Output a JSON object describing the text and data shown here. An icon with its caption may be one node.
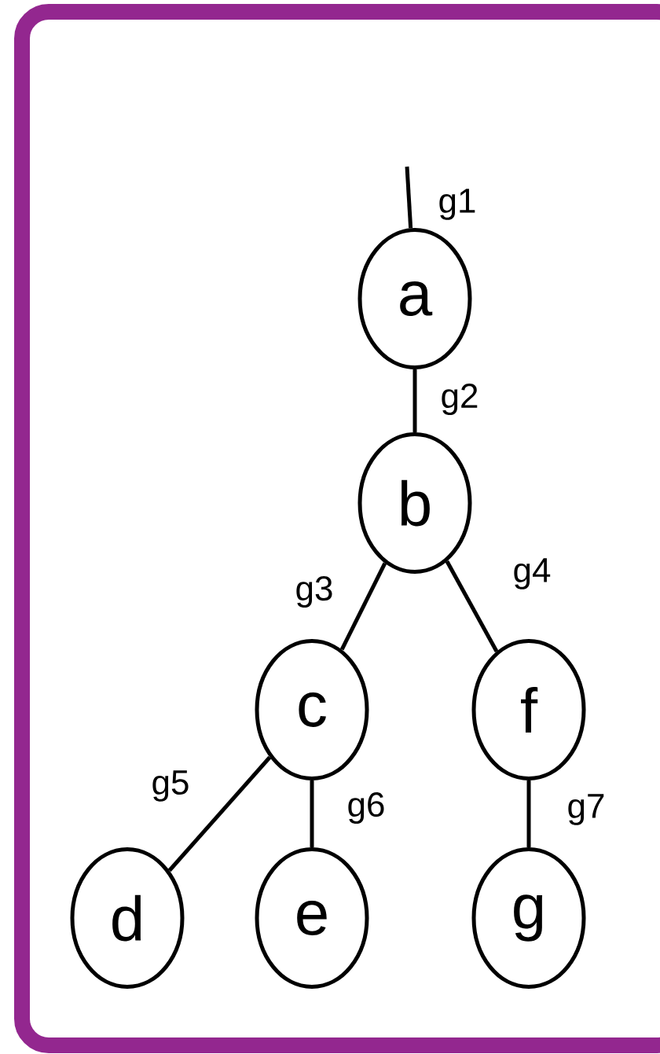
{
  "diagram": {
    "nodes": [
      {
        "text": [
          "a"
        ]
      },
      {
        "text": [
          "b"
        ]
      },
      {
        "text": [
          "c"
        ]
      },
      {
        "text": [
          "f"
        ]
      },
      {
        "text": [
          "d"
        ]
      },
      {
        "text": [
          "e"
        ]
      },
      {
        "text": [
          "g"
        ]
      }
    ],
    "edges": [
      {
        "from": null,
        "to": 0,
        "arrow": "none",
        "label": "g1"
      },
      {
        "from": 0,
        "to": 1,
        "arrow": "none",
        "label": "g2"
      },
      {
        "from": 1,
        "to": 2,
        "arrow": "none",
        "label": "g3"
      },
      {
        "from": 1,
        "to": 3,
        "arrow": "none",
        "label": "g4"
      },
      {
        "from": 2,
        "to": 4,
        "arrow": "none",
        "label": "g5"
      },
      {
        "from": 2,
        "to": 5,
        "arrow": "none",
        "label": "g6"
      },
      {
        "from": 3,
        "to": 6,
        "arrow": "none",
        "label": "g7"
      }
    ]
  }
}
